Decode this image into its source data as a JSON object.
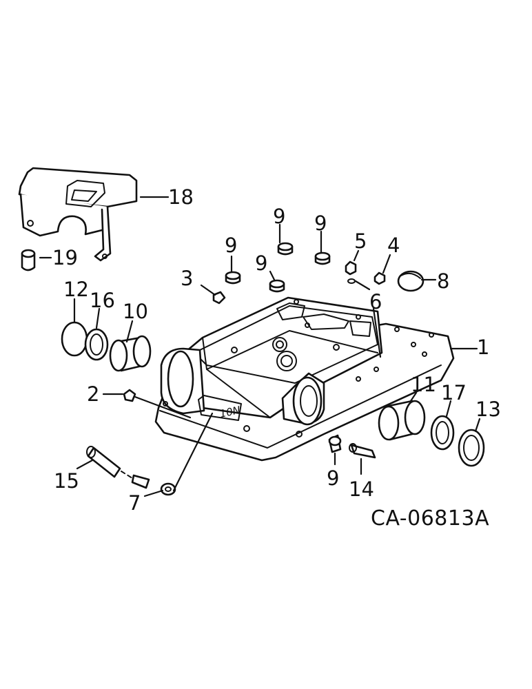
{
  "diagram": {
    "reference_code": "CA-06813A",
    "housing_stamp": "10N",
    "callouts": {
      "c1": "1",
      "c2": "2",
      "c3": "3",
      "c4": "4",
      "c5": "5",
      "c6": "6",
      "c7": "7",
      "c8": "8",
      "c9a": "9",
      "c9b": "9",
      "c9c": "9",
      "c9d": "9",
      "c9e": "9",
      "c10": "10",
      "c11": "11",
      "c12": "12",
      "c13": "13",
      "c14": "14",
      "c15": "15",
      "c16": "16",
      "c17": "17",
      "c18": "18",
      "c19": "19"
    }
  }
}
